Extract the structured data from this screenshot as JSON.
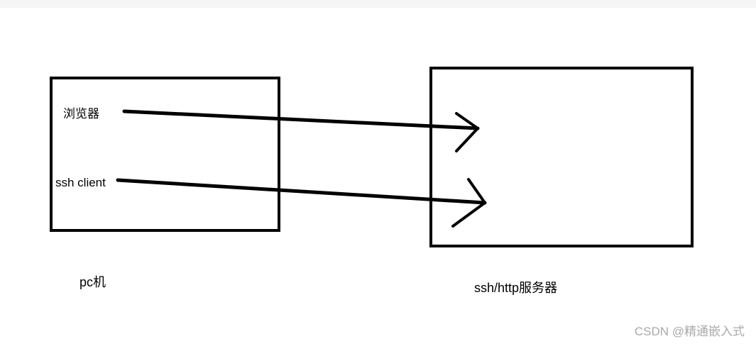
{
  "diagram": {
    "nodes": {
      "pc": {
        "caption": "pc机"
      },
      "server": {
        "caption": "ssh/http服务器"
      }
    },
    "items": {
      "browser": "浏览器",
      "ssh_client": "ssh client"
    },
    "edges": [
      {
        "from": "browser",
        "to": "server"
      },
      {
        "from": "ssh_client",
        "to": "server"
      }
    ]
  },
  "watermark": "CSDN @精通嵌入式",
  "colors": {
    "stroke": "#000000",
    "background": "#ffffff",
    "watermark": "#a9a9a9"
  }
}
